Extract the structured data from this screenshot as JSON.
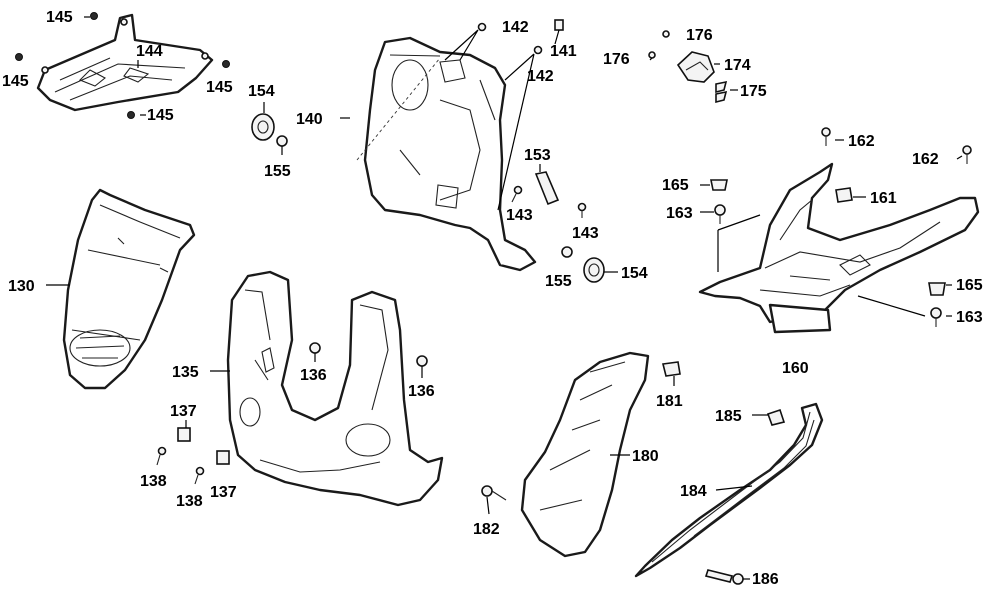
{
  "labels": {
    "l145a": "145",
    "l144": "144",
    "l145b": "145",
    "l145c": "145",
    "l145d": "145",
    "l154a": "154",
    "l155a": "155",
    "l140": "140",
    "l142a": "142",
    "l141": "141",
    "l142b": "142",
    "l176a": "176",
    "l176b": "176",
    "l174": "174",
    "l175": "175",
    "l153": "153",
    "l143a": "143",
    "l143b": "143",
    "l155b": "155",
    "l154b": "154",
    "l162a": "162",
    "l162b": "162",
    "l165a": "165",
    "l161": "161",
    "l163a": "163",
    "l165b": "165",
    "l163b": "163",
    "l160": "160",
    "l130": "130",
    "l135": "135",
    "l136a": "136",
    "l136b": "136",
    "l137a": "137",
    "l138a": "138",
    "l138b": "138",
    "l137b": "137",
    "l181": "181",
    "l180": "180",
    "l182": "182",
    "l185": "185",
    "l184": "184",
    "l186": "186"
  },
  "colors": {
    "line": "#1a1a1a",
    "background": "#ffffff"
  }
}
